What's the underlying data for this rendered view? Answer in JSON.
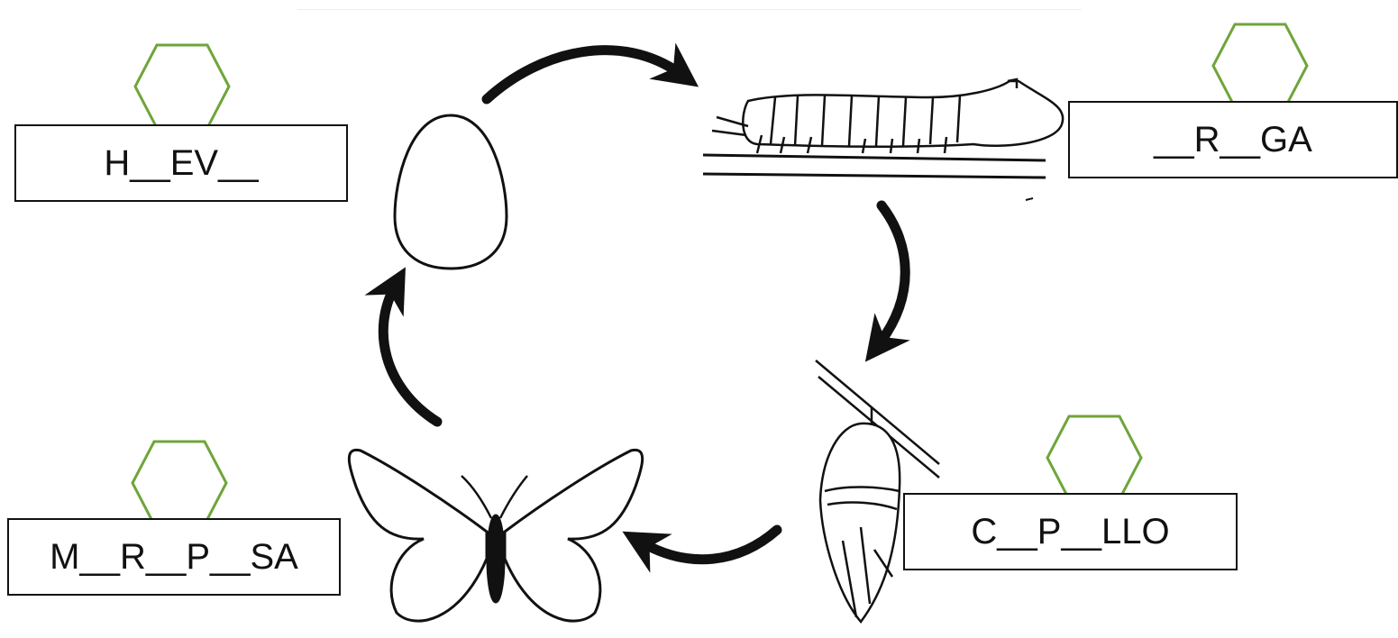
{
  "title": "",
  "stages": [
    {
      "id": "egg",
      "label": "H__EV__"
    },
    {
      "id": "caterpillar",
      "label": "__R__GA"
    },
    {
      "id": "chrysalis",
      "label": "C__P__LLO"
    },
    {
      "id": "butterfly",
      "label": "M__R__P__SA"
    }
  ],
  "colors": {
    "hexagon": "#6fa53a",
    "line": "#111111",
    "background": "#ffffff"
  },
  "icons": {
    "arrow": "curved-arrow",
    "hexagon": "hexagon-outline"
  }
}
